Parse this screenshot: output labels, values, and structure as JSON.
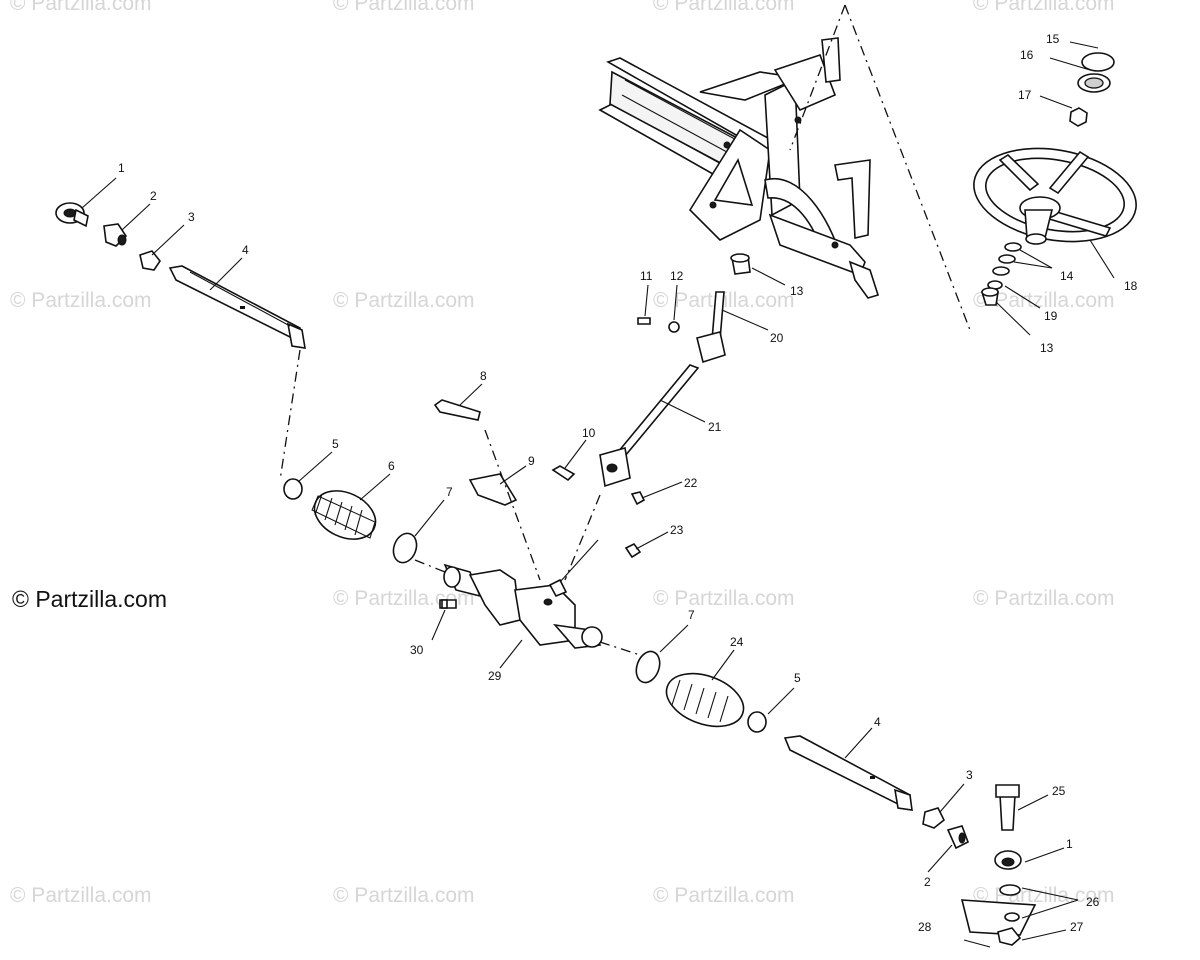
{
  "watermark": "© Partzilla.com",
  "copyright": "© Partzilla.com",
  "callouts": {
    "c1a": "1",
    "c2a": "2",
    "c3a": "3",
    "c4a": "4",
    "c5a": "5",
    "c6": "6",
    "c7a": "7",
    "c8": "8",
    "c9": "9",
    "c10": "10",
    "c11": "11",
    "c12": "12",
    "c13a": "13",
    "c13b": "13",
    "c14": "14",
    "c15": "15",
    "c16": "16",
    "c17": "17",
    "c18": "18",
    "c19": "19",
    "c20": "20",
    "c21": "21",
    "c22": "22",
    "c23": "23",
    "c24": "24",
    "c25": "25",
    "c26": "26",
    "c27": "27",
    "c28": "28",
    "c29": "29",
    "c30": "30",
    "c7b": "7",
    "c5b": "5",
    "c4b": "4",
    "c3b": "3",
    "c2b": "2",
    "c1b": "1"
  }
}
